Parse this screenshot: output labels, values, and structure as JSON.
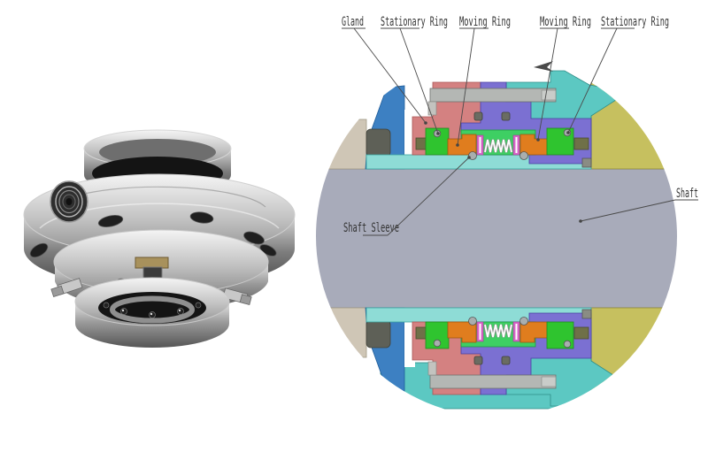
{
  "diagram": {
    "callouts": {
      "gland": "Gland",
      "stationary_ring_left": "Stationary Ring",
      "moving_ring_left": "Moving Ring",
      "moving_ring_right": "Moving Ring",
      "stationary_ring_right": "Stationary Ring",
      "shaft_sleeve": "Shaft Sleeve",
      "shaft": "Shaft"
    },
    "part_colors": {
      "shaft": "#a8abba",
      "shaft_sleeve": "#8edcd6",
      "housing_teal": "#5cc8c2",
      "gland_red": "#d48181",
      "collar_purple": "#7b70d2",
      "stationary_ring_green": "#2fc42f",
      "moving_ring_orange": "#e07d1e",
      "spring_seat_green": "#3ecf63",
      "spring_white": "#ffffff",
      "seal_pink": "#d966c9",
      "bolt_gray": "#b4b7b4",
      "plate_yellow": "#c6c05f",
      "part_tan": "#cfc6b6",
      "flange_blue": "#3d80c2",
      "key_dark": "#5e6057"
    }
  },
  "photo": {
    "subject": "stainless-steel mechanical seal assembly"
  }
}
